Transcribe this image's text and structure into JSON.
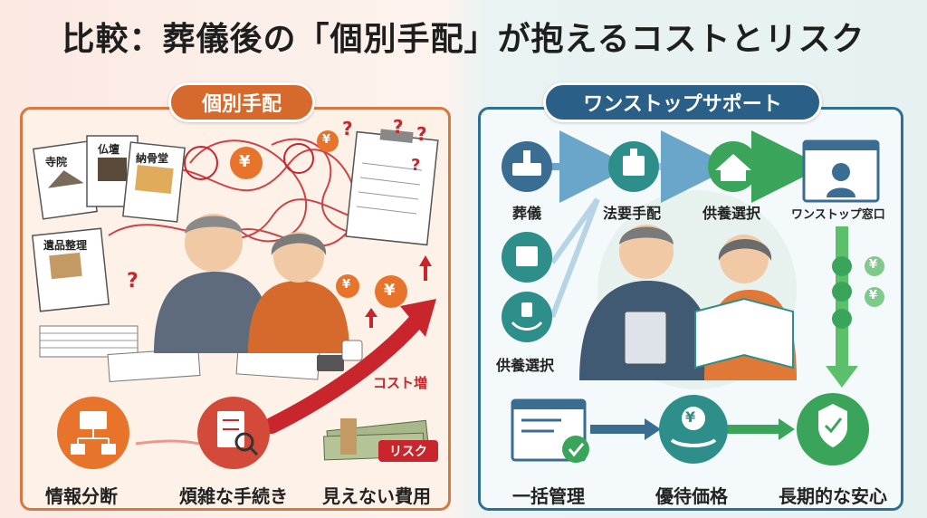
{
  "title": "比較：葬儀後の「個別手配」が抱えるコストとリスク",
  "left": {
    "heading": "個別手配",
    "documents": [
      "寺院",
      "仏壇",
      "納骨堂",
      "遺品整理"
    ],
    "cost_label": "コスト増",
    "risk_label": "リスク",
    "steps": [
      "情報分断",
      "煩雑な手続き",
      "見えない費用"
    ],
    "symbols": {
      "yen": "¥",
      "question": "?"
    }
  },
  "right": {
    "heading": "ワンストップサポート",
    "flow_top": [
      "葬儀",
      "法要手配",
      "供養選択",
      "ワンストップ窓口"
    ],
    "flow_side": [
      "供養選択"
    ],
    "flow_bottom": [
      "一括管理",
      "優待価格",
      "長期的な安心"
    ],
    "symbols": {
      "yen": "¥"
    }
  },
  "colors": {
    "left_accent": "#d66a2c",
    "right_accent": "#2a5f87",
    "teal": "#2e8f8a",
    "green": "#3aa55a",
    "risk_red": "#c8252c"
  }
}
